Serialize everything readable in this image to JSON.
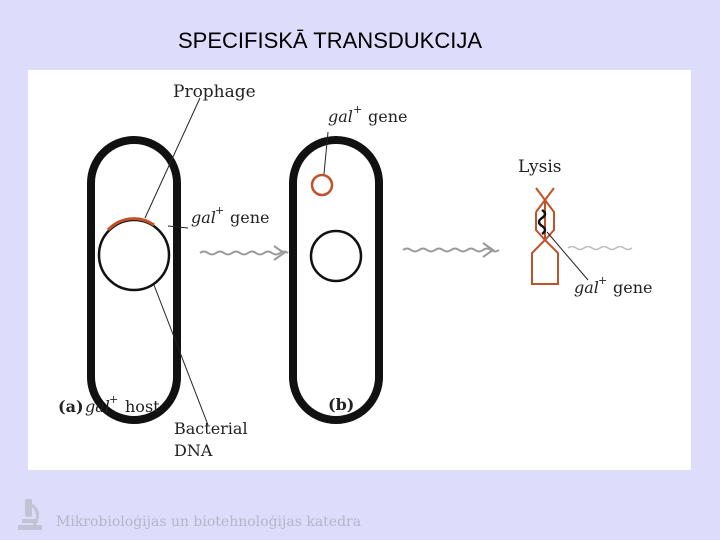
{
  "slide": {
    "title": "SPECIFISKĀ TRANSDUKCIJA"
  },
  "figure": {
    "labels": {
      "prophage": "Prophage",
      "gal_gene_top": "gene",
      "gal_gene_a": "gene",
      "lysis": "Lysis",
      "gal_gene_phage": "gene",
      "panel_a": "(a)",
      "panel_a_host": "host",
      "panel_b": "(b)",
      "bacterial_dna_line1": "Bacterial",
      "bacterial_dna_line2": "DNA",
      "gal": "gal",
      "plus": "+"
    },
    "colors": {
      "outline": "#111111",
      "prophage": "#c0522a",
      "arrow": "#9a9a9a"
    }
  },
  "footer": {
    "text": "Mikrobioloģijas un biotehnoloģijas katedra",
    "logo_icon": "microscope-icon"
  }
}
